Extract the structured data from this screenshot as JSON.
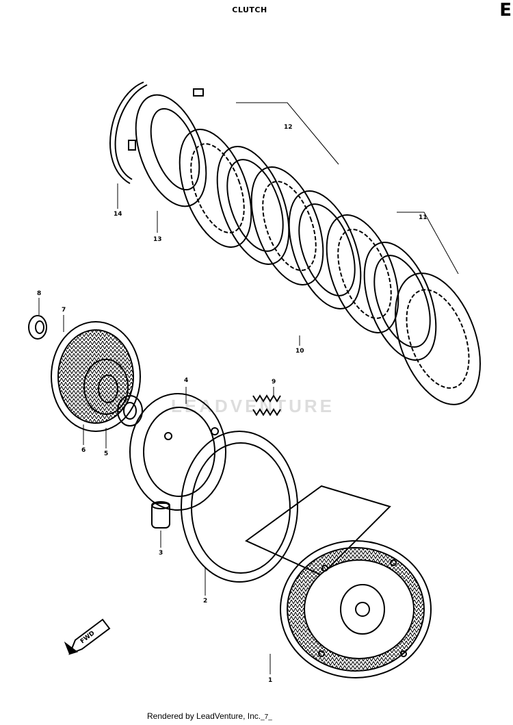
{
  "header": {
    "title": "CLUTCH",
    "corner_letter": "E"
  },
  "watermark": {
    "text": "LEADVENTURE"
  },
  "footer": {
    "text": "Rendered by LeadVenture, Inc.",
    "page": "_7_"
  },
  "callouts": [
    "1",
    "2",
    "3",
    "4",
    "5",
    "6",
    "7",
    "8",
    "9",
    "10",
    "11",
    "12",
    "13",
    "14"
  ],
  "arrow_label": "FWD"
}
